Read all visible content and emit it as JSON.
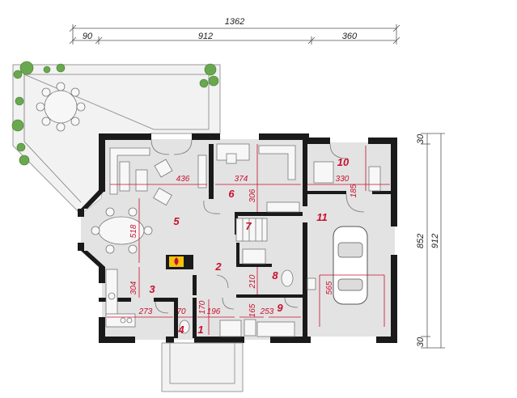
{
  "overall_dimensions": {
    "total_width": "1362",
    "segment_left": "90",
    "segment_middle": "912",
    "segment_right": "360",
    "right_top": "30",
    "right_middle": "852",
    "right_bottom": "30",
    "right_total": "912"
  },
  "rooms": [
    {
      "id": "1",
      "label": "1"
    },
    {
      "id": "2",
      "label": "2"
    },
    {
      "id": "3",
      "label": "3"
    },
    {
      "id": "4",
      "label": "4"
    },
    {
      "id": "5",
      "label": "5"
    },
    {
      "id": "6",
      "label": "6"
    },
    {
      "id": "7",
      "label": "7"
    },
    {
      "id": "8",
      "label": "8"
    },
    {
      "id": "9",
      "label": "9"
    },
    {
      "id": "10",
      "label": "10"
    },
    {
      "id": "11",
      "label": "11"
    }
  ],
  "inner_dimensions": {
    "d436": "436",
    "d374": "374",
    "d306": "306",
    "d330": "330",
    "d185": "185",
    "d518": "518",
    "d304": "304",
    "d273": "273",
    "d70": "70",
    "d196": "196",
    "d170": "170",
    "d210": "210",
    "d165": "165",
    "d253": "253",
    "d565": "565"
  },
  "colors": {
    "wall": "#1a1a1a",
    "floor": "#e3e3e3",
    "room_number": "#c8102e",
    "fireplace": "#f4c20d"
  },
  "icons": [
    "fireplace-icon",
    "car-icon",
    "plant-icon",
    "dining-table-icon"
  ]
}
